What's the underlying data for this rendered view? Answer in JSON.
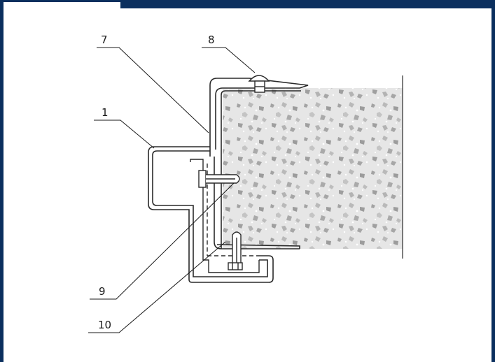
{
  "diagram": {
    "callouts": [
      {
        "id": "callout-7",
        "text": "7"
      },
      {
        "id": "callout-8",
        "text": "8"
      },
      {
        "id": "callout-1",
        "text": "1"
      },
      {
        "id": "callout-9",
        "text": "9"
      },
      {
        "id": "callout-10",
        "text": "10"
      }
    ],
    "colors": {
      "frame": "#0b2f5e",
      "line": "#2a2a2a",
      "core_light": "#e4e4e4",
      "core_dark": "#9a9a9a"
    }
  }
}
